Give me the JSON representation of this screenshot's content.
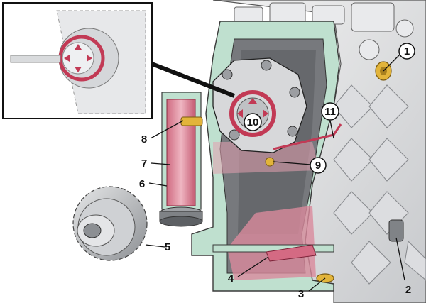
{
  "callouts": [
    {
      "id": "1",
      "text": "1"
    },
    {
      "id": "2",
      "text": "2"
    },
    {
      "id": "3",
      "text": "3"
    },
    {
      "id": "4",
      "text": "4"
    },
    {
      "id": "5",
      "text": "5"
    },
    {
      "id": "6",
      "text": "6"
    },
    {
      "id": "7",
      "text": "7"
    },
    {
      "id": "8",
      "text": "8"
    },
    {
      "id": "9",
      "text": "9"
    },
    {
      "id": "10",
      "text": "10"
    },
    {
      "id": "11",
      "text": "11"
    }
  ],
  "colors": {
    "housing_green": "#bfe0cf",
    "housing_outline": "#3a3a3a",
    "highlight_red": "#c23a55",
    "highlight_fill": "#e8a8b8",
    "metal_grey": "#b9bcc0",
    "gold": "#e2b43a",
    "inset_border": "#111111"
  }
}
